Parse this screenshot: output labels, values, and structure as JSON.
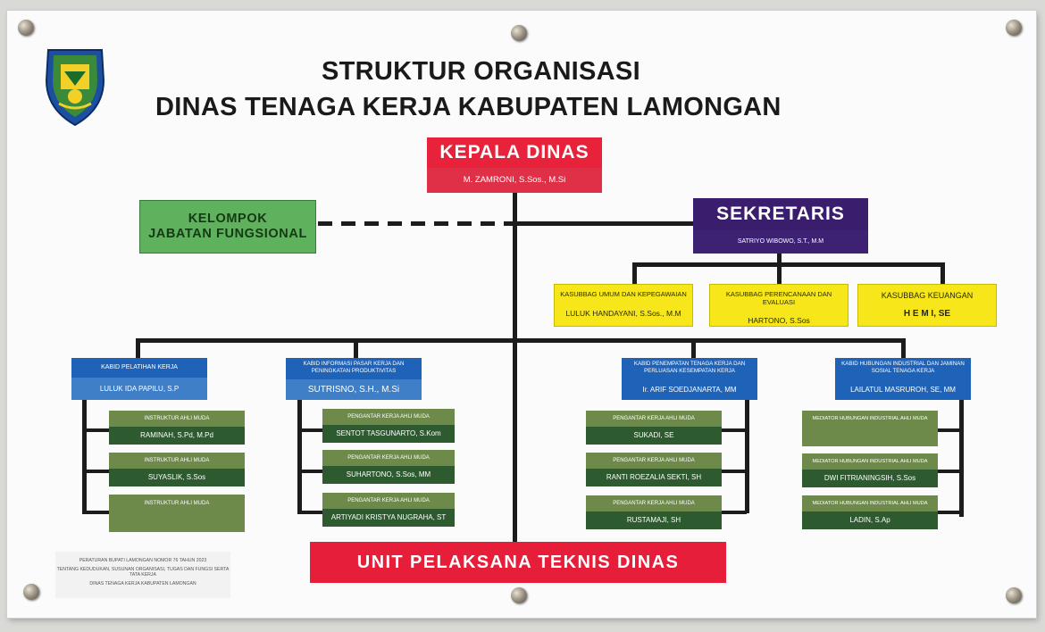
{
  "title": {
    "line1": "STRUKTUR ORGANISASI",
    "line2": "DINAS TENAGA KERJA KABUPATEN LAMONGAN"
  },
  "kepala": {
    "title": "KEPALA DINAS",
    "name": "M. ZAMRONI, S.Sos., M.Si"
  },
  "fungsional": {
    "line1": "KELOMPOK",
    "line2": "JABATAN FUNGSIONAL"
  },
  "sekretaris": {
    "title": "SEKRETARIS",
    "name": "SATRIYO WIBOWO, S.T., M.M"
  },
  "subbag": [
    {
      "title": "KASUBBAG UMUM DAN KEPEGAWAIAN",
      "name": "LULUK HANDAYANI, S.Sos., M.M"
    },
    {
      "title": "KASUBBAG PERENCANAAN DAN EVALUASI",
      "name": "HARTONO, S.Sos"
    },
    {
      "title": "KASUBBAG KEUANGAN",
      "name": "H E M I, SE"
    }
  ],
  "kabid": [
    {
      "title": "KABID PELATIHAN KERJA",
      "name": "LULUK IDA PAPILU, S.P",
      "staff": [
        {
          "title": "INSTRUKTUR AHLI MUDA",
          "name": "RAMINAH, S.Pd, M.Pd"
        },
        {
          "title": "INSTRUKTUR AHLI MUDA",
          "name": "SUYASLIK, S.Sos"
        },
        {
          "title": "INSTRUKTUR AHLI MUDA",
          "name": ""
        }
      ]
    },
    {
      "title": "KABID INFORMASI PASAR KERJA DAN PENINGKATAN PRODUKTIVITAS",
      "name": "SUTRISNO, S.H., M.Si",
      "staff": [
        {
          "title": "PENGANTAR KERJA AHLI MUDA",
          "name": "SENTOT TASGUNARTO, S.Kom"
        },
        {
          "title": "PENGANTAR KERJA AHLI MUDA",
          "name": "SUHARTONO, S.Sos, MM"
        },
        {
          "title": "PENGANTAR KERJA AHLI MUDA",
          "name": "ARTIYADI KRISTYA NUGRAHA, ST"
        }
      ]
    },
    {
      "title": "KABID PENEMPATAN TENAGA KERJA DAN PERLUASAN KESEMPATAN KERJA",
      "name": "Ir. ARIF SOEDJANARTA, MM",
      "staff": [
        {
          "title": "PENGANTAR KERJA AHLI MUDA",
          "name": "SUKADI, SE"
        },
        {
          "title": "PENGANTAR KERJA AHLI MUDA",
          "name": "RANTI ROEZALIA SEKTI, SH"
        },
        {
          "title": "PENGANTAR KERJA AHLI MUDA",
          "name": "RUSTAMAJI, SH"
        }
      ]
    },
    {
      "title": "KABID HUBUNGAN INDUSTRIAL DAN JAMINAN SOSIAL TENAGA KERJA",
      "name": "LAILATUL MASRUROH, SE, MM",
      "staff": [
        {
          "title": "MEDIATOR HUBUNGAN INDUSTRIAL AHLI MUDA",
          "name": ""
        },
        {
          "title": "MEDIATOR HUBUNGAN INDUSTRIAL AHLI MUDA",
          "name": "DWI FITRIANINGSIH, S.Sos"
        },
        {
          "title": "MEDIATOR HUBUNGAN INDUSTRIAL AHLI MUDA",
          "name": "LADIN, S.Ap"
        }
      ]
    }
  ],
  "upt": "UNIT PELAKSANA TEKNIS DINAS",
  "regulation": {
    "line1": "PERATURAN BUPATI LAMONGAN NOMOR 76 TAHUN 2023",
    "line2": "TENTANG KEDUDUKAN, SUSUNAN ORGANISASI, TUGAS DAN FUNGSI SERTA TATA KERJA",
    "line3": "DINAS TENAGA KERJA KABUPATEN LAMONGAN"
  },
  "colors": {
    "kepala": "#e8223a",
    "sekretaris": "#3b1d6e",
    "fungsional": "#5fb15d",
    "subbag": "#f7e71a",
    "kabid": "#1f63b8",
    "staff": "#6d8a4a",
    "upt": "#e61e3a"
  },
  "icons": {
    "logo": "lamongan-regency-emblem"
  }
}
